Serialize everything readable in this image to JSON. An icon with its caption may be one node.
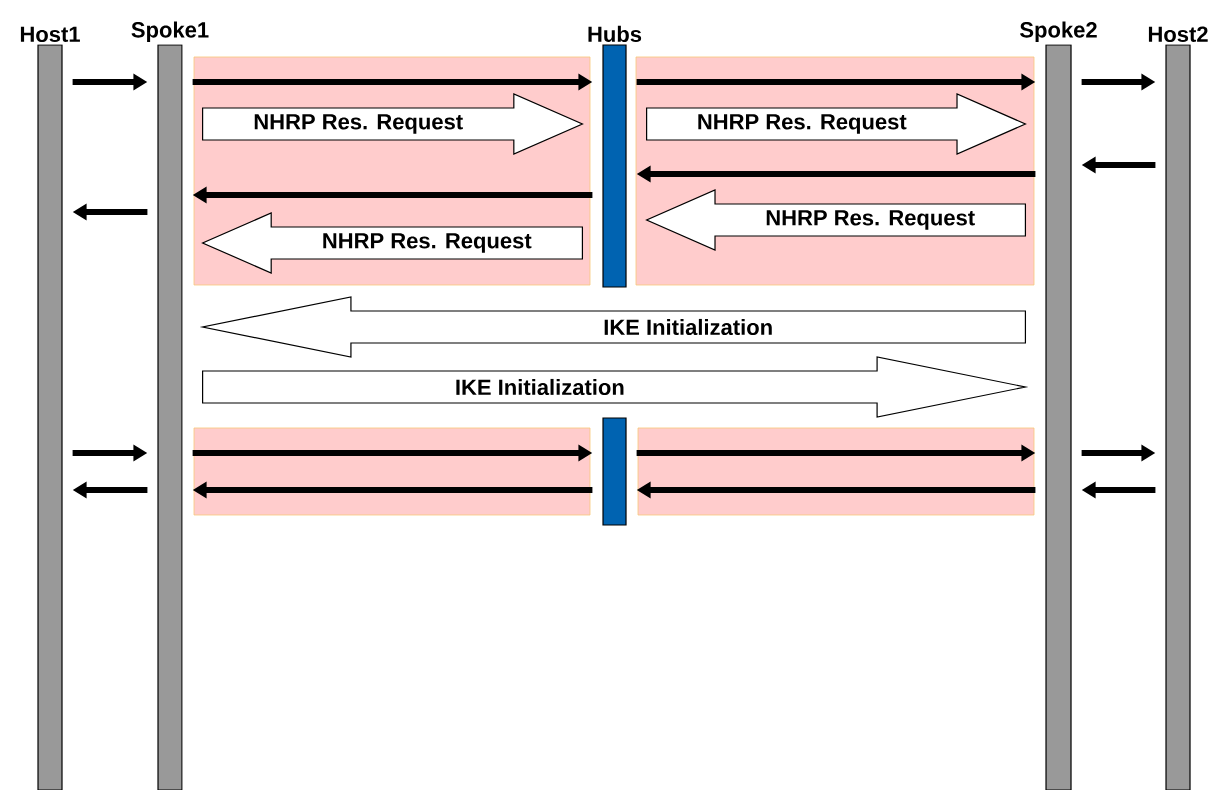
{
  "diagram": {
    "nodes": [
      {
        "text": [
          "Host1"
        ]
      },
      {
        "text": [
          "Spoke1"
        ]
      },
      {
        "text": [
          "Hubs"
        ]
      },
      {
        "text": [
          "Spoke2"
        ]
      },
      {
        "text": [
          "Host2"
        ]
      },
      {
        "text": [],
        "shape": "bar"
      }
    ],
    "edges": [
      {
        "from": 0,
        "to": 1,
        "arrow": "to"
      },
      {
        "from": 1,
        "to": 2,
        "arrow": "to"
      },
      {
        "from": 1,
        "to": 2,
        "arrow": "to",
        "style": "thick",
        "label": "NHRP Res. Request"
      },
      {
        "from": 2,
        "to": 3,
        "arrow": "to"
      },
      {
        "from": 2,
        "to": 3,
        "arrow": "to",
        "style": "thick",
        "label": "NHRP Res. Request"
      },
      {
        "from": 3,
        "to": 4,
        "arrow": "to"
      },
      {
        "from": 4,
        "to": 3,
        "arrow": "to"
      },
      {
        "from": 3,
        "to": 2,
        "arrow": "to"
      },
      {
        "from": 2,
        "to": 1,
        "arrow": "to"
      },
      {
        "from": 1,
        "to": 0,
        "arrow": "to"
      },
      {
        "from": 3,
        "to": 2,
        "arrow": "to",
        "style": "thick",
        "label": "NHRP Res. Request"
      },
      {
        "from": 2,
        "to": 1,
        "arrow": "to",
        "style": "thick",
        "label": "NHRP Res. Request"
      },
      {
        "from": 3,
        "to": 1,
        "arrow": "to",
        "style": "thick",
        "label": "IKE Initialization"
      },
      {
        "from": 1,
        "to": 3,
        "arrow": "to",
        "style": "thick",
        "label": "IKE Initialization"
      },
      {
        "from": 0,
        "to": 1,
        "arrow": "to"
      },
      {
        "from": 1,
        "to": 5,
        "arrow": "to"
      },
      {
        "from": 5,
        "to": 3,
        "arrow": "to"
      },
      {
        "from": 3,
        "to": 4,
        "arrow": "to"
      },
      {
        "from": 1,
        "to": 0,
        "arrow": "to"
      },
      {
        "from": 5,
        "to": 1,
        "arrow": "to"
      },
      {
        "from": 3,
        "to": 5,
        "arrow": "to"
      },
      {
        "from": 4,
        "to": 3,
        "arrow": "to"
      }
    ]
  }
}
